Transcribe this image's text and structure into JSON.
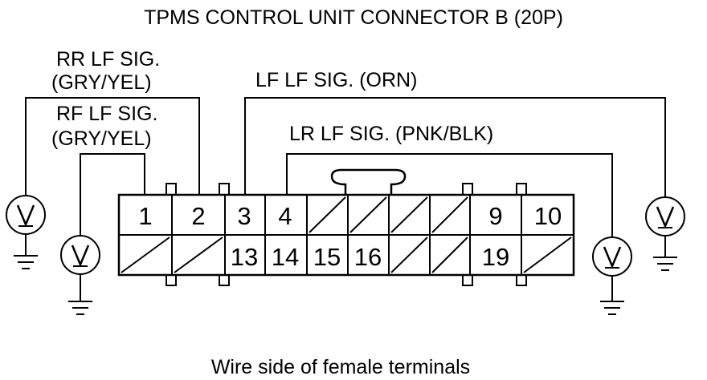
{
  "diagram": {
    "title": "TPMS CONTROL UNIT CONNECTOR B (20P)",
    "footer": "Wire side of female terminals",
    "signals": [
      {
        "id": "rr",
        "name": "RR LF SIG.",
        "color": "(GRY/YEL)"
      },
      {
        "id": "rf",
        "name": "RF LF SIG.",
        "color": "(GRY/YEL)"
      },
      {
        "id": "lf",
        "name": "LF LF SIG. (ORN)"
      },
      {
        "id": "lr",
        "name": "LR LF SIG. (PNK/BLK)"
      }
    ],
    "pins_top": [
      "1",
      "2",
      "3",
      "4",
      "",
      "",
      "",
      "",
      "9",
      "10"
    ],
    "pins_bottom": [
      "",
      "",
      "13",
      "14",
      "15",
      "16",
      "",
      "",
      "19",
      ""
    ],
    "voltmeter_symbol": "V"
  }
}
